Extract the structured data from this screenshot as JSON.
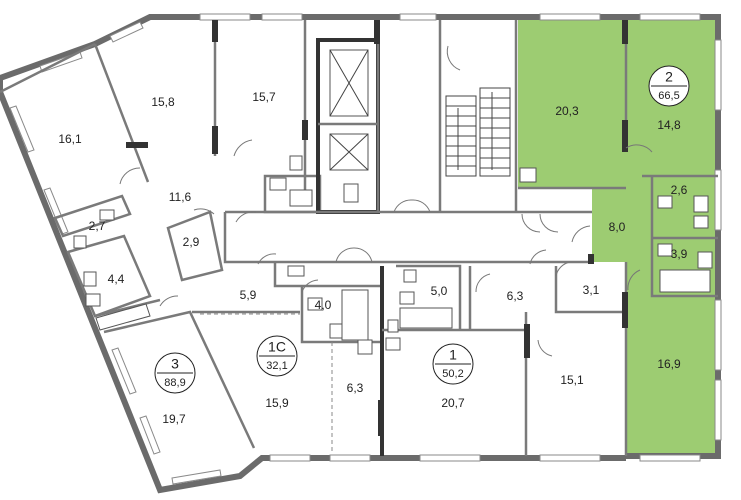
{
  "colors": {
    "highlight_fill": "#9dcc72",
    "wall": "#6b6b6b",
    "background": "#ffffff"
  },
  "apartments": [
    {
      "id": "3",
      "area": "88,9"
    },
    {
      "id": "1С",
      "area": "32,1"
    },
    {
      "id": "1",
      "area": "50,2"
    },
    {
      "id": "2",
      "area": "66,5"
    }
  ],
  "rooms": [
    {
      "area": "16,1"
    },
    {
      "area": "15,8"
    },
    {
      "area": "15,7"
    },
    {
      "area": "11,6"
    },
    {
      "area": "2,7"
    },
    {
      "area": "2,9"
    },
    {
      "area": "4,4"
    },
    {
      "area": "19,7"
    },
    {
      "area": "5,9"
    },
    {
      "area": "4,0"
    },
    {
      "area": "15,9"
    },
    {
      "area": "6,3"
    },
    {
      "area": "5,0"
    },
    {
      "area": "6,3"
    },
    {
      "area": "3,1"
    },
    {
      "area": "20,7"
    },
    {
      "area": "15,1"
    },
    {
      "area": "20,3"
    },
    {
      "area": "14,8"
    },
    {
      "area": "2,6"
    },
    {
      "area": "8,0"
    },
    {
      "area": "3,9"
    },
    {
      "area": "16,9"
    }
  ]
}
